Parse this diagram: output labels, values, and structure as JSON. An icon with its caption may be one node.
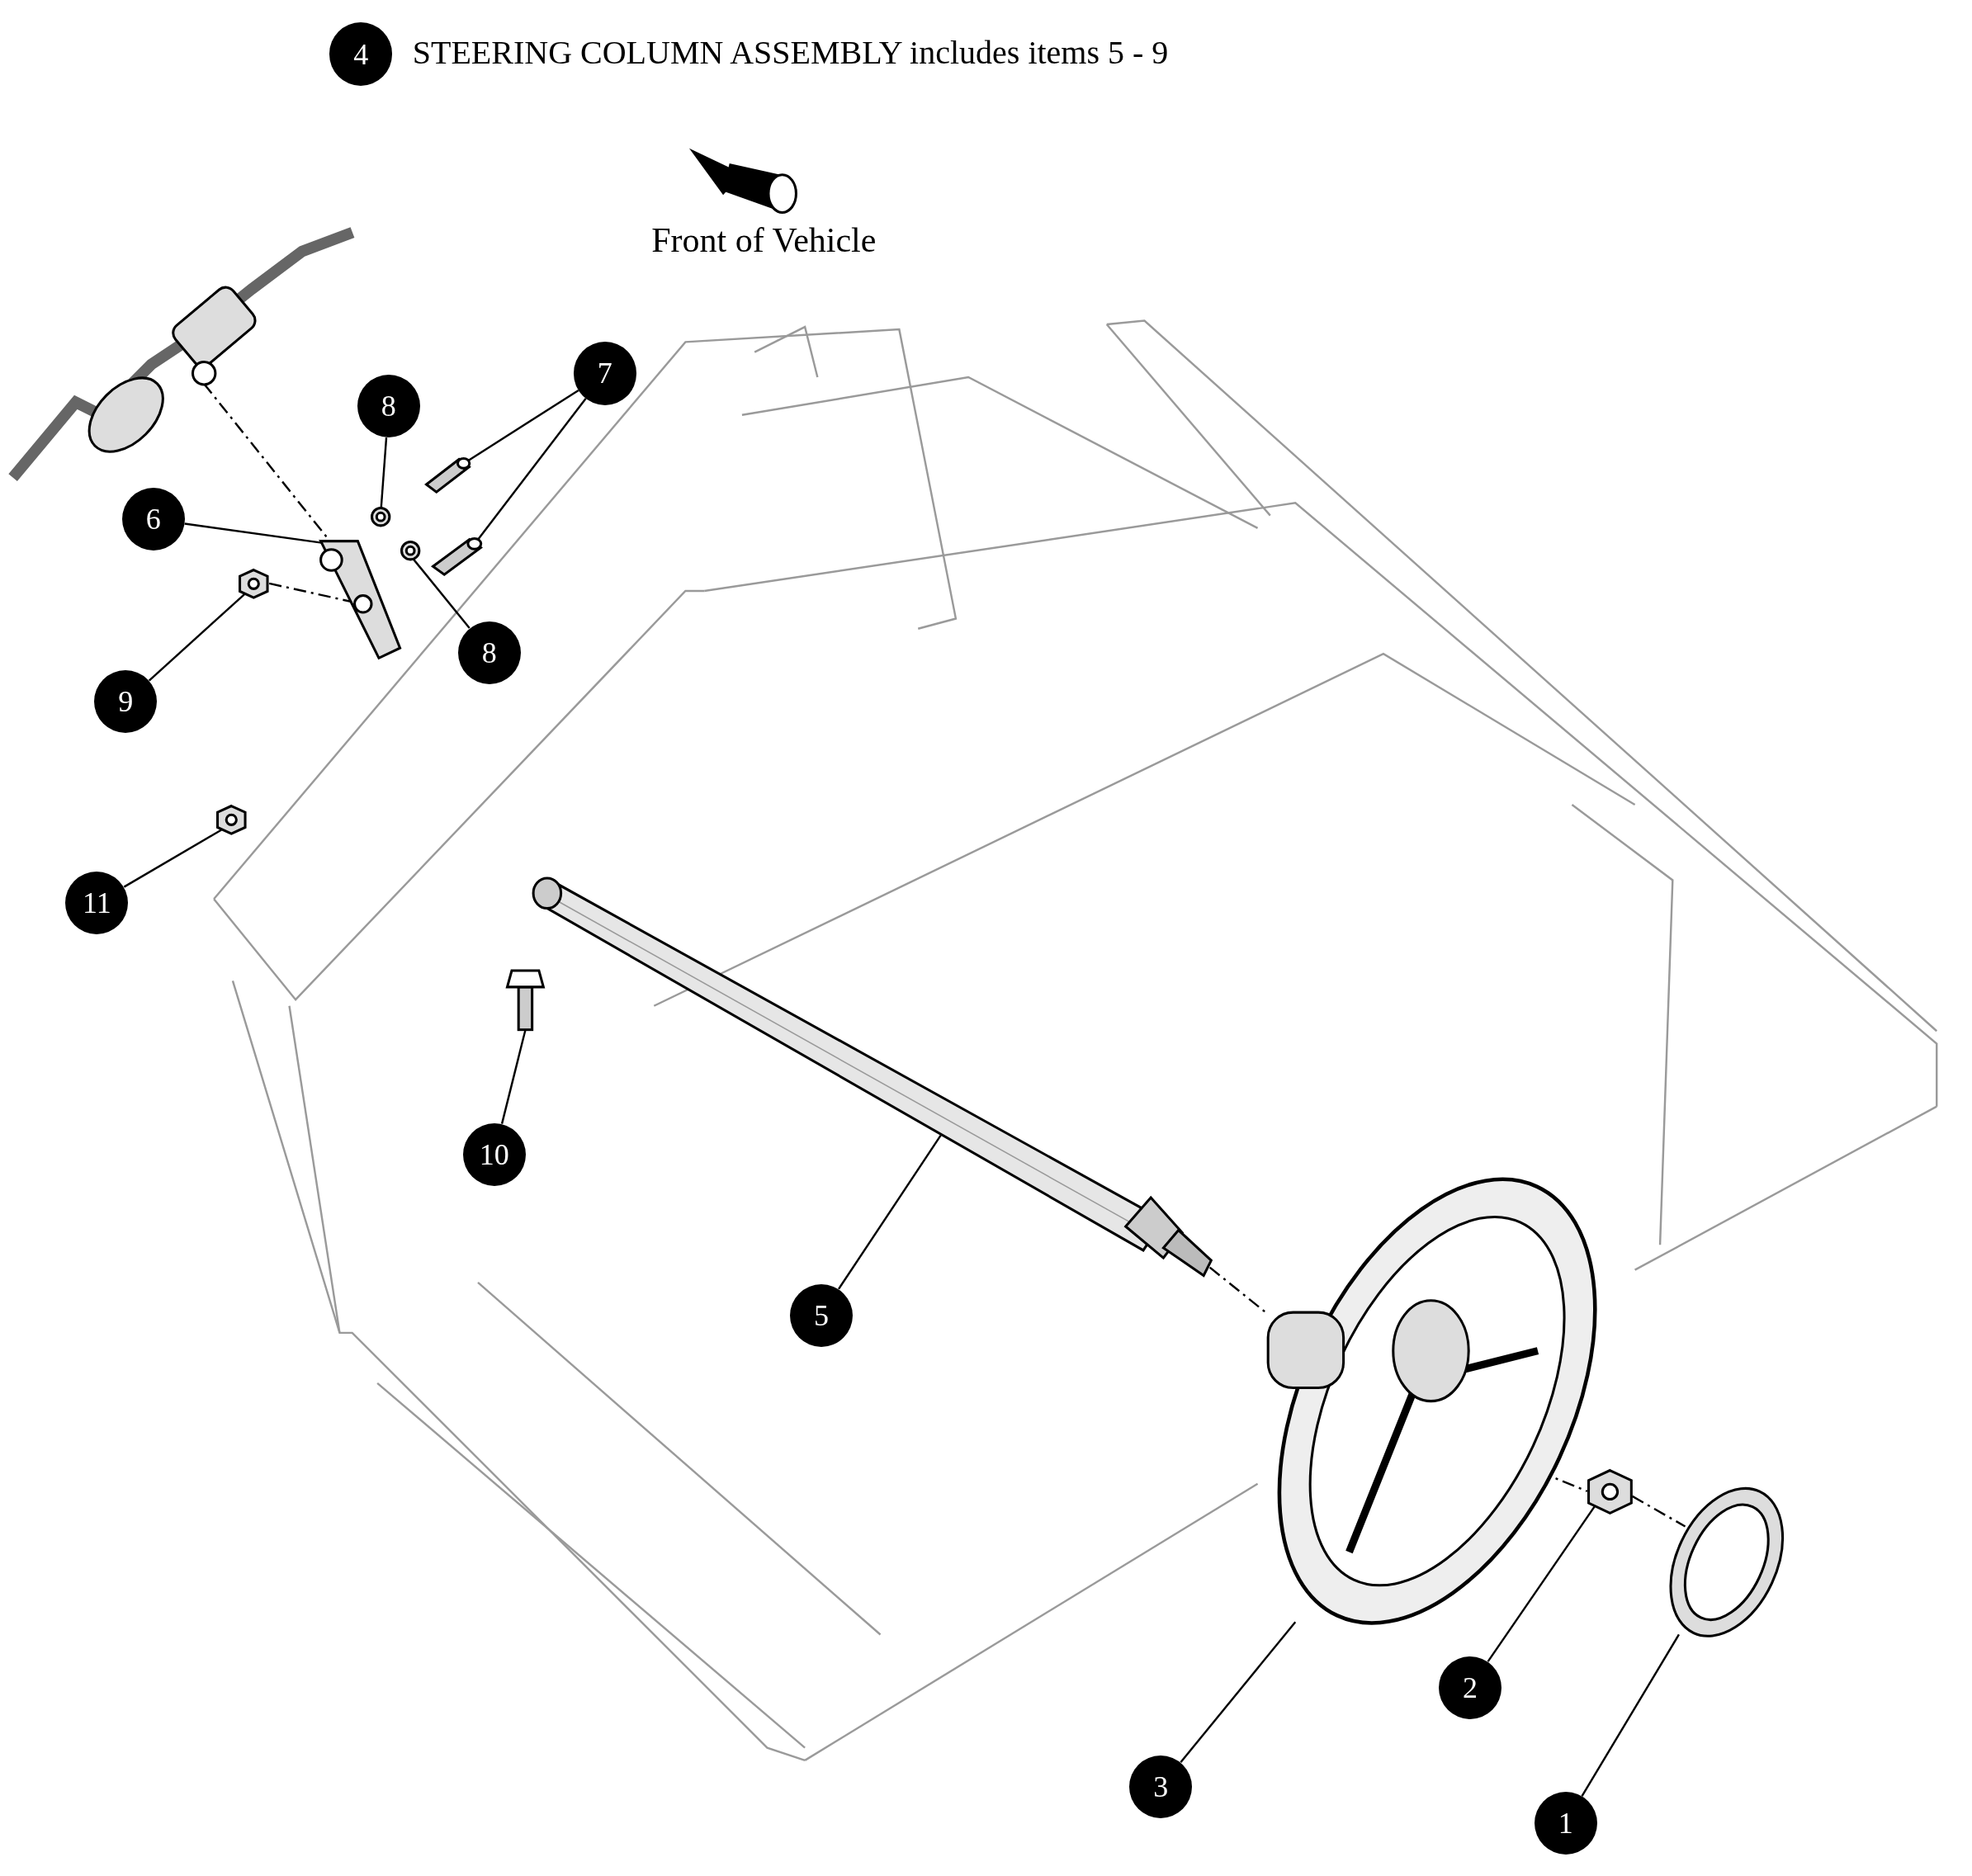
{
  "diagram": {
    "nodes": [
      {
        "text": [
          "4"
        ],
        "beside": [
          "STEERING COLUMN ASSEMBLY includes items 5 - 9"
        ]
      },
      {
        "text": [
          "7"
        ]
      },
      {
        "text": [
          "8"
        ]
      },
      {
        "text": [
          "6"
        ]
      },
      {
        "text": [
          "8"
        ]
      },
      {
        "text": [
          "9"
        ]
      },
      {
        "text": [
          "11"
        ]
      },
      {
        "text": [
          "10"
        ]
      },
      {
        "text": [
          "5"
        ]
      },
      {
        "text": [
          "3"
        ]
      },
      {
        "text": [
          "2"
        ]
      },
      {
        "text": [
          "1"
        ]
      },
      {
        "text": [],
        "shape": "picture"
      },
      {
        "text": [],
        "shape": "picture"
      },
      {
        "text": [],
        "shape": "picture"
      },
      {
        "text": [],
        "shape": "picture"
      },
      {
        "text": [],
        "shape": "picture"
      },
      {
        "text": [],
        "shape": "picture"
      },
      {
        "text": [],
        "shape": "picture"
      },
      {
        "text": [],
        "shape": "picture"
      },
      {
        "text": [],
        "shape": "cylinder"
      },
      {
        "text": [],
        "shape": "picture"
      },
      {
        "text": [],
        "shape": "picture"
      },
      {
        "text": [],
        "shape": "picture"
      },
      {
        "text": [],
        "shape": "picture"
      }
    ],
    "edges": [
      {
        "from": 1,
        "to": 12,
        "arrow": "none"
      },
      {
        "from": 1,
        "to": 13,
        "arrow": "none"
      },
      {
        "from": 2,
        "to": 14,
        "arrow": "none"
      },
      {
        "from": 3,
        "to": 15,
        "arrow": "none"
      },
      {
        "from": 4,
        "to": 16,
        "arrow": "none"
      },
      {
        "from": 5,
        "to": 17,
        "arrow": "none"
      },
      {
        "from": 6,
        "to": 18,
        "arrow": "none"
      },
      {
        "from": 7,
        "to": 19,
        "arrow": "none"
      },
      {
        "from": 8,
        "to": 20,
        "arrow": "none"
      },
      {
        "from": 9,
        "to": 21,
        "arrow": "none"
      },
      {
        "from": 10,
        "to": 22,
        "arrow": "none"
      },
      {
        "from": 11,
        "to": 23,
        "arrow": "none"
      },
      {
        "from": 24,
        "to": 15,
        "arrow": "none",
        "style": "dashed"
      },
      {
        "from": 17,
        "to": 15,
        "arrow": "none",
        "style": "dashed"
      },
      {
        "from": 20,
        "to": 21,
        "arrow": "none",
        "style": "dashed"
      },
      {
        "from": 21,
        "to": 22,
        "arrow": "none",
        "style": "dashed"
      },
      {
        "from": 22,
        "to": 23,
        "arrow": "none",
        "style": "dashed"
      }
    ],
    "labels": [
      "Front of Vehicle"
    ]
  }
}
